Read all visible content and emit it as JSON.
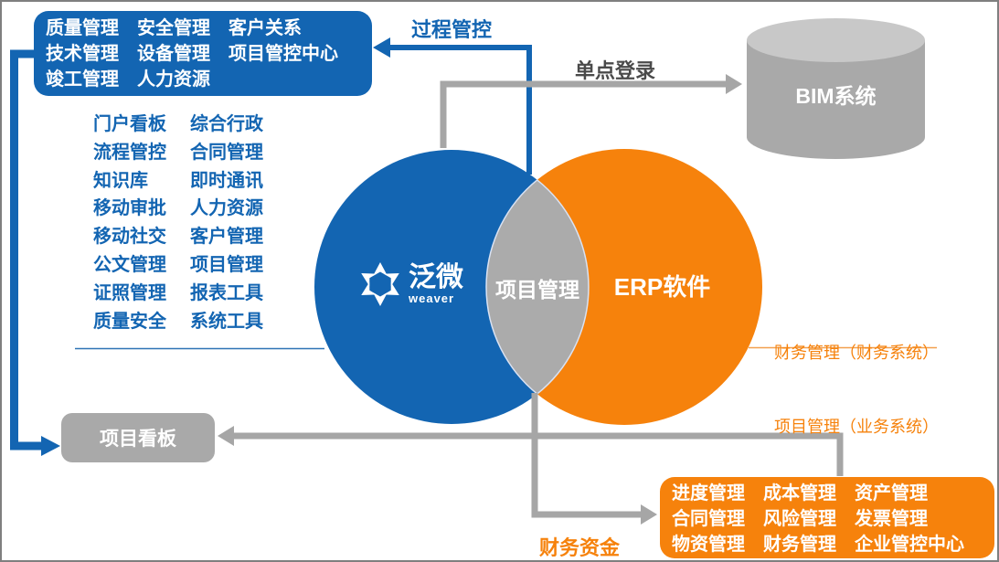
{
  "colors": {
    "blue": "#1365B2",
    "orange": "#F6820C",
    "arrow_gray": "#A6A6A6",
    "box_gray": "#A9A9A9",
    "lens_gray": "#ABABAB",
    "lens_border": "#D9E2F3",
    "cylinder_top_gray": "#C8C8C8",
    "dark_label": "#4A4A4A",
    "divider_blue": "#2E74B5",
    "divider_orange": "#F2A04E"
  },
  "top_left_box": {
    "line1": "质量管理　安全管理　客户关系",
    "line2": "技术管理　设备管理　项目管控中心",
    "line3": "竣工管理　人力资源"
  },
  "feature_list": {
    "rows": [
      {
        "c1": "门户看板",
        "c2": "综合行政"
      },
      {
        "c1": "流程管控",
        "c2": "合同管理"
      },
      {
        "c1": "知识库",
        "c2": "即时通讯"
      },
      {
        "c1": "移动审批",
        "c2": "人力资源"
      },
      {
        "c1": "移动社交",
        "c2": "客户管理"
      },
      {
        "c1": "公文管理",
        "c2": "项目管理"
      },
      {
        "c1": "证照管理",
        "c2": "报表工具"
      },
      {
        "c1": "质量安全",
        "c2": "系统工具"
      }
    ]
  },
  "labels": {
    "process_control": "过程管控",
    "single_sign_on": "单点登录",
    "finance_funds": "财务资金"
  },
  "bim": {
    "label": "BIM系统"
  },
  "venn": {
    "weaver_name": "泛微",
    "weaver_sub": "weaver",
    "overlap": "项目管理",
    "erp": "ERP软件"
  },
  "erp_notes": {
    "line1": "财务管理（财务系统）",
    "line2": "项目管理（业务系统）"
  },
  "project_board": {
    "label": "项目看板"
  },
  "bottom_right_box": {
    "line1": "进度管理　成本管理　资产管理",
    "line2": "合同管理　风险管理　发票管理",
    "line3": "物资管理　财务管理　企业管控中心"
  }
}
